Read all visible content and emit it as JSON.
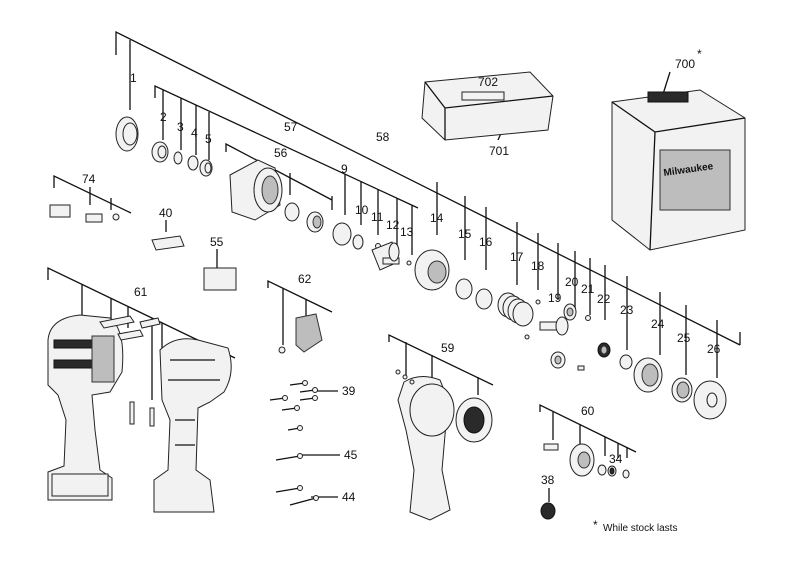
{
  "labels": {
    "p1": "1",
    "p2": "2",
    "p3": "3",
    "p4": "4",
    "p5": "5",
    "p9": "9",
    "p10": "10",
    "p11": "11",
    "p12": "12",
    "p13": "13",
    "p14": "14",
    "p15": "15",
    "p16": "16",
    "p17": "17",
    "p18": "18",
    "p19": "19",
    "p20": "20",
    "p21": "21",
    "p22": "22",
    "p23": "23",
    "p24": "24",
    "p25": "25",
    "p26": "26",
    "p34": "34",
    "p38": "38",
    "p39": "39",
    "p40": "40",
    "p44": "44",
    "p45": "45",
    "p55": "55",
    "p56": "56",
    "p57": "57",
    "p58": "58",
    "p59": "59",
    "p60": "60",
    "p61": "61",
    "p62": "62",
    "p74": "74",
    "p700": "700",
    "p701": "701",
    "p702": "702"
  },
  "asterisk": "*",
  "footnote": "While stock lasts",
  "case_brand": "Milwaukee"
}
